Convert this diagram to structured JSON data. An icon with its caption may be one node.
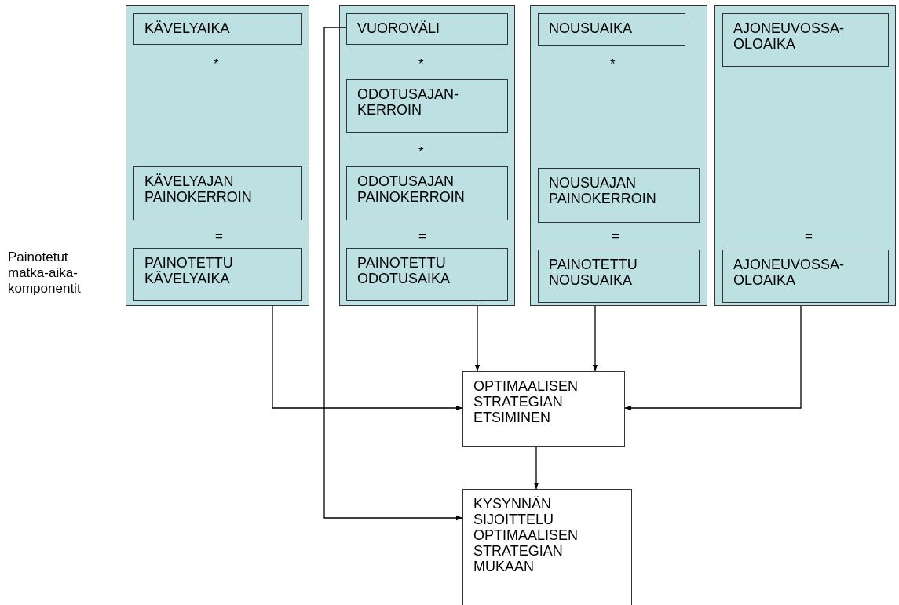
{
  "diagram": {
    "nodes": [
      {
        "text": [],
        "shape": "box"
      },
      {
        "text": [
          "KÄVELYAIKA"
        ],
        "in": 0
      },
      {
        "text": [
          "KÄVELYAJAN PAINOKERROIN"
        ],
        "in": 0
      },
      {
        "text": [
          "PAINOTETTU KÄVELYAIKA"
        ],
        "in": 0
      },
      {
        "text": [],
        "shape": "box"
      },
      {
        "text": [
          "VUOROVÄLI"
        ],
        "in": 4
      },
      {
        "text": [
          "ODOTUSAJAN- KERROIN"
        ],
        "in": 4
      },
      {
        "text": [
          "ODOTUSAJAN PAINOKERROIN"
        ],
        "in": 4
      },
      {
        "text": [
          "PAINOTETTU ODOTUSAIKA"
        ],
        "in": 4
      },
      {
        "text": [],
        "shape": "box"
      },
      {
        "text": [
          "NOUSUAIKA"
        ],
        "in": 9
      },
      {
        "text": [
          "NOUSUAJAN PAINOKERROIN"
        ],
        "in": 9
      },
      {
        "text": [
          "PAINOTETTU NOUSUAIKA"
        ],
        "in": 9
      },
      {
        "text": [],
        "shape": "box"
      },
      {
        "text": [
          "AJONEUVOSSA- OLOAIKA"
        ],
        "in": 13
      },
      {
        "text": [
          "AJONEUVOSSA- OLOAIKA"
        ],
        "in": 13
      },
      {
        "text": [
          "OPTIMAALISEN STRATEGIAN ETSIMINEN"
        ]
      },
      {
        "text": [
          "KYSYNNÄN SIJOITTELU OPTIMAALISEN STRATEGIAN MUKAAN"
        ]
      }
    ],
    "edges": [
      {
        "from": 0,
        "to": 16,
        "arrow": "to"
      },
      {
        "from": 4,
        "to": 16,
        "arrow": "to"
      },
      {
        "from": 9,
        "to": 16,
        "arrow": "to"
      },
      {
        "from": 13,
        "to": 16,
        "arrow": "to"
      },
      {
        "from": 16,
        "to": 17,
        "arrow": "to"
      },
      {
        "from": 5,
        "to": 17,
        "arrow": "to"
      }
    ],
    "labels": [
      "*",
      "*",
      "*",
      "*",
      "=",
      "=",
      "=",
      "=",
      "Painotetut matka-aika- komponentit"
    ]
  }
}
